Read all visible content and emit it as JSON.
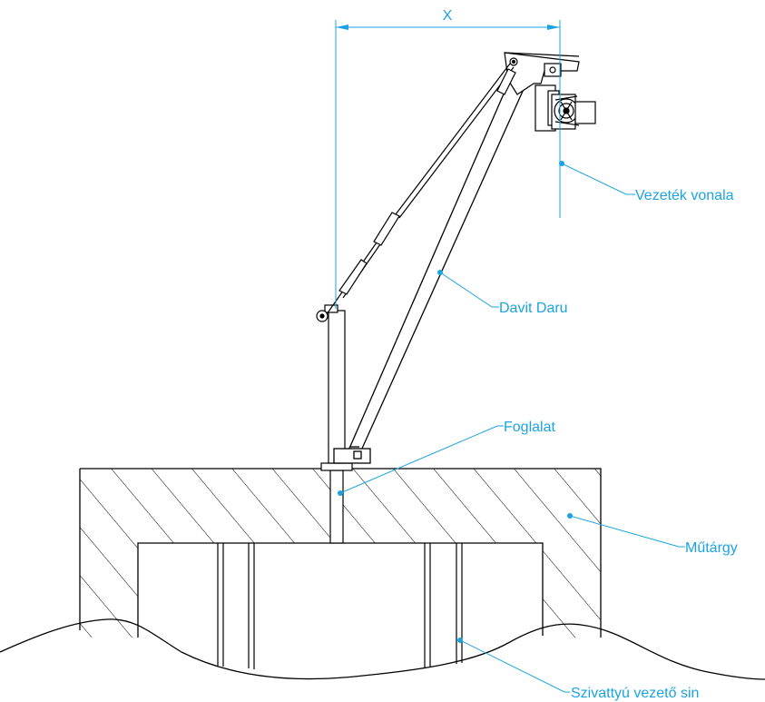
{
  "colors": {
    "line": "#000000",
    "annotation": "#1aa3e0",
    "background": "#ffffff"
  },
  "labels": {
    "dimension": "X",
    "wire_line": "Vezeték vonala",
    "davit": "Davit Daru",
    "socket": "Foglalat",
    "structure": "Műtárgy",
    "guide_rail": "Szivattyú vezető sin"
  }
}
